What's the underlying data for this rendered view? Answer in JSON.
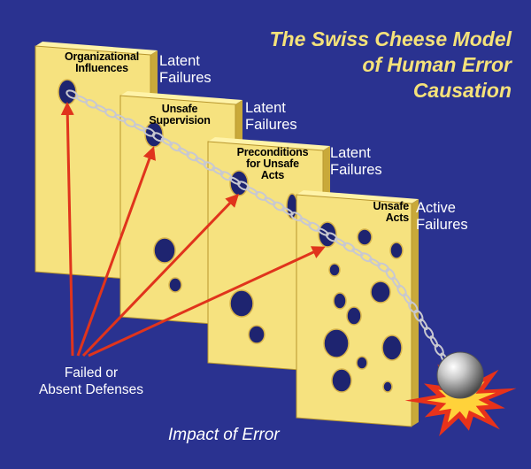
{
  "title": {
    "line1": "The Swiss Cheese Model",
    "line2": "of Human Error",
    "line3": "Causation"
  },
  "slices": [
    {
      "name_line1": "Organizational",
      "name_line2": "Influences",
      "name_line3": "",
      "failure_line1": "Latent",
      "failure_line2": "Failures"
    },
    {
      "name_line1": "Unsafe",
      "name_line2": "Supervision",
      "name_line3": "",
      "failure_line1": "Latent",
      "failure_line2": "Failures"
    },
    {
      "name_line1": "Preconditions",
      "name_line2": "for Unsafe",
      "name_line3": "Acts",
      "failure_line1": "Latent",
      "failure_line2": "Failures"
    },
    {
      "name_line1": "Unsafe",
      "name_line2": "Acts",
      "name_line3": "",
      "failure_line1": "Active",
      "failure_line2": "Failures"
    }
  ],
  "defenses": {
    "line1": "Failed or",
    "line2": "Absent Defenses"
  },
  "impact": "Impact of Error",
  "colors": {
    "background": "#2a3290",
    "cheese": "#f6e27f",
    "cheese_edge": "#c9a93a",
    "hole": "#1e2470",
    "arrow": "#e0341c",
    "title": "#f5e27a",
    "chain": "#c8c8d0"
  },
  "icons": {
    "ball": "wrecking-ball-icon",
    "impact": "explosion-burst-icon"
  }
}
